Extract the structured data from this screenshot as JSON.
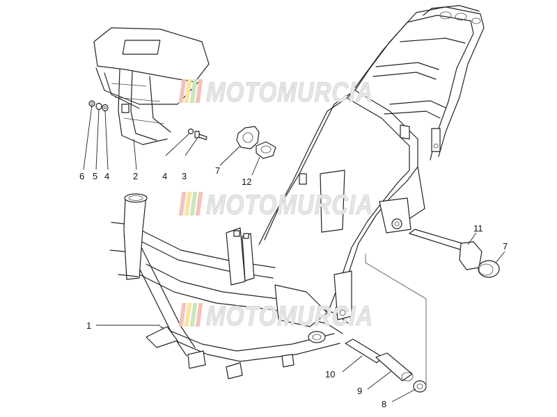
{
  "watermark": {
    "text": "MOTOMURCIA",
    "stripe_colors": [
      "#f3c3b8",
      "#f6e6a2",
      "#c9e6bf",
      "#f3c3b8"
    ]
  },
  "callouts": [
    {
      "id": "c1",
      "label": "1"
    },
    {
      "id": "c2",
      "label": "2"
    },
    {
      "id": "c3",
      "label": "3"
    },
    {
      "id": "c4a",
      "label": "4"
    },
    {
      "id": "c4b",
      "label": "4"
    },
    {
      "id": "c5",
      "label": "5"
    },
    {
      "id": "c6",
      "label": "6"
    },
    {
      "id": "c7a",
      "label": "7"
    },
    {
      "id": "c7b",
      "label": "7"
    },
    {
      "id": "c8",
      "label": "8"
    },
    {
      "id": "c9",
      "label": "9"
    },
    {
      "id": "c10",
      "label": "10"
    },
    {
      "id": "c11",
      "label": "11"
    },
    {
      "id": "c12",
      "label": "12"
    }
  ]
}
